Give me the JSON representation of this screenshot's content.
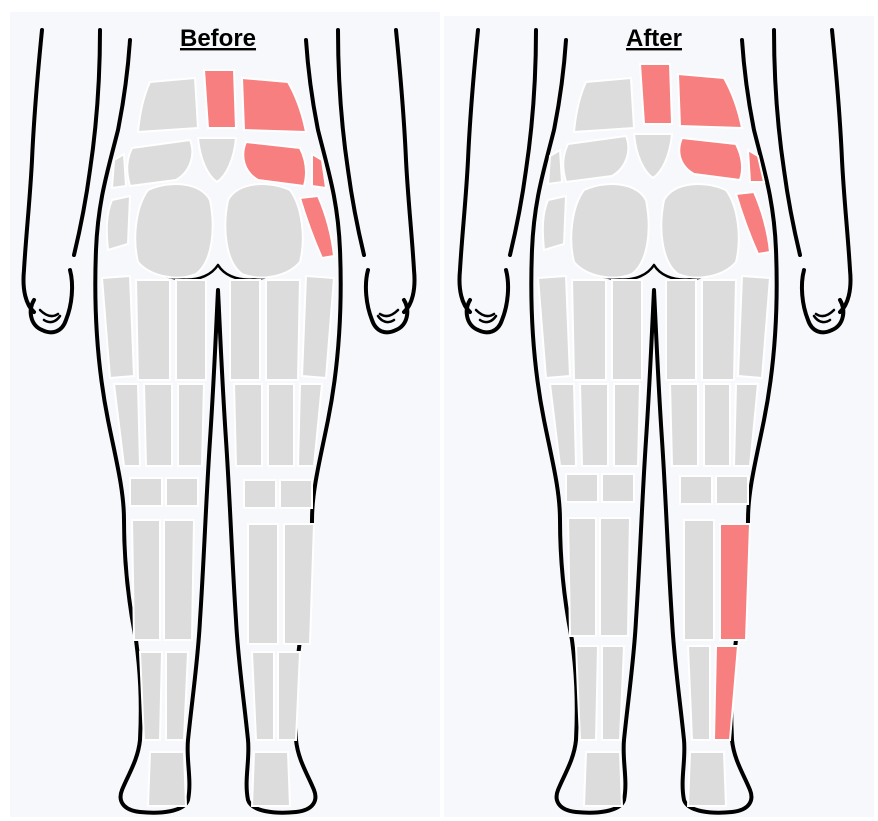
{
  "panels": [
    {
      "title": "Before",
      "highlighted": [
        "lower-back-center",
        "lower-back-right",
        "upper-buttock-right",
        "hip-right-small",
        "outer-hip-right"
      ]
    },
    {
      "title": "After",
      "highlighted": [
        "lower-back-center",
        "lower-back-right",
        "upper-buttock-right",
        "hip-right-small",
        "outer-hip-right",
        "calf-right-outer",
        "lower-calf-right-outer"
      ]
    }
  ],
  "colors": {
    "background": "#f7f8fb",
    "region_default": "#dcdcdc",
    "region_highlight": "#f77f7f",
    "outline": "#000000"
  }
}
